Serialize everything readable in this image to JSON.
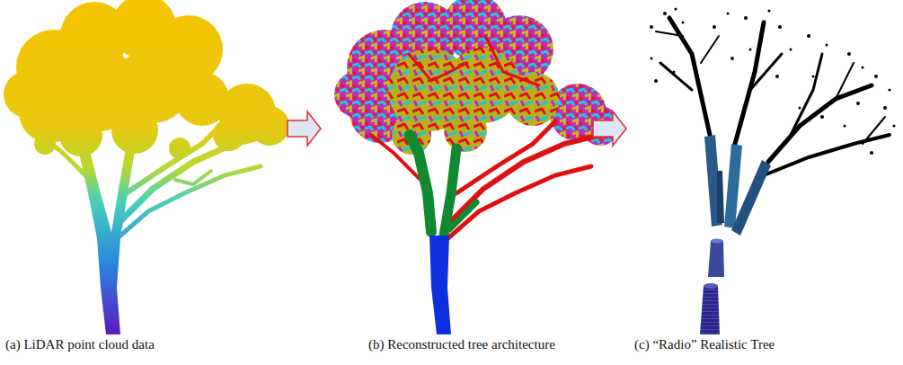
{
  "diagram": {
    "labels": [
      "(a) LiDAR point cloud data",
      "(b) Reconstructed tree architecture",
      "(c) “Radio” Realistic Tree"
    ]
  }
}
